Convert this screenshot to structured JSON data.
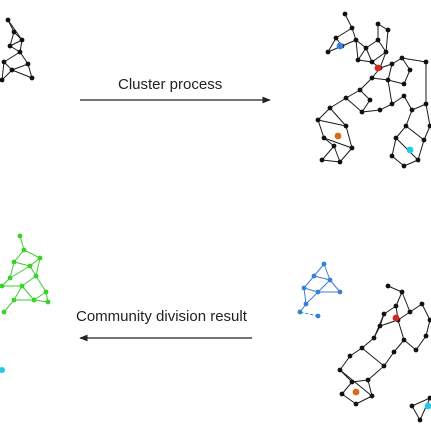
{
  "labels": {
    "cluster_process": "Cluster process",
    "community_division_result": "Community division result"
  },
  "colors": {
    "edge": "#1a1a1a",
    "node": "#111111",
    "community_green": "#39d12a",
    "community_blue": "#3a7fd5",
    "community_cyan": "#25c7e6",
    "highlight_red": "#d6261f",
    "highlight_orange": "#d86a1c",
    "highlight_blue": "#3a7fd5",
    "highlight_cyan": "#25c7e6",
    "arrow": "#222222"
  },
  "arrows": [
    {
      "name": "cluster-process-arrow",
      "direction": "right"
    },
    {
      "name": "community-division-arrow",
      "direction": "left"
    }
  ]
}
